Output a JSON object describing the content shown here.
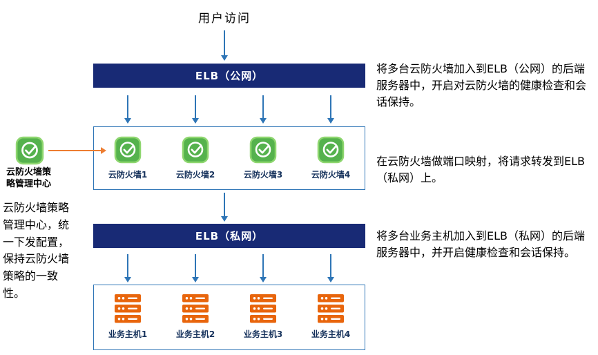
{
  "user_access": "用户访问",
  "elb_public": "ELB（公网）",
  "elb_private": "ELB（私网）",
  "firewalls": [
    "云防火墙1",
    "云防火墙2",
    "云防火墙3",
    "云防火墙4"
  ],
  "hosts": [
    "业务主机1",
    "业务主机2",
    "业务主机3",
    "业务主机4"
  ],
  "policy_center_label": "云防火墙策略管理中心",
  "left_note": "云防火墙策略管理中心，统一下发配置，保持云防火墙策略的一致性。",
  "right_notes": [
    "将多台云防火墙加入到ELB（公网）的后端服务器中，开启对云防火墙的健康检查和会话保持。",
    "在云防火墙做端口映射，将请求转发到ELB（私网）上。",
    "将多台业务主机加入到ELB（私网）的后端服务器中，并开启健康检查和会话保持。"
  ],
  "icons": {
    "firewall": "shield-check-icon",
    "policy_center": "shield-check-icon",
    "host": "server-stack-icon",
    "flow": "arrow-down-icon",
    "policy_link": "arrow-right-icon"
  },
  "colors": {
    "elb_bar_navy": "#182a75",
    "flow_arrow_blue": "#2e75b6",
    "box_border_blue": "#2e75b6",
    "firewall_green": "#55b24d",
    "host_orange": "#e8650c",
    "policy_arrow_orange": "#ed7d31",
    "node_label_navy": "#16325c"
  }
}
